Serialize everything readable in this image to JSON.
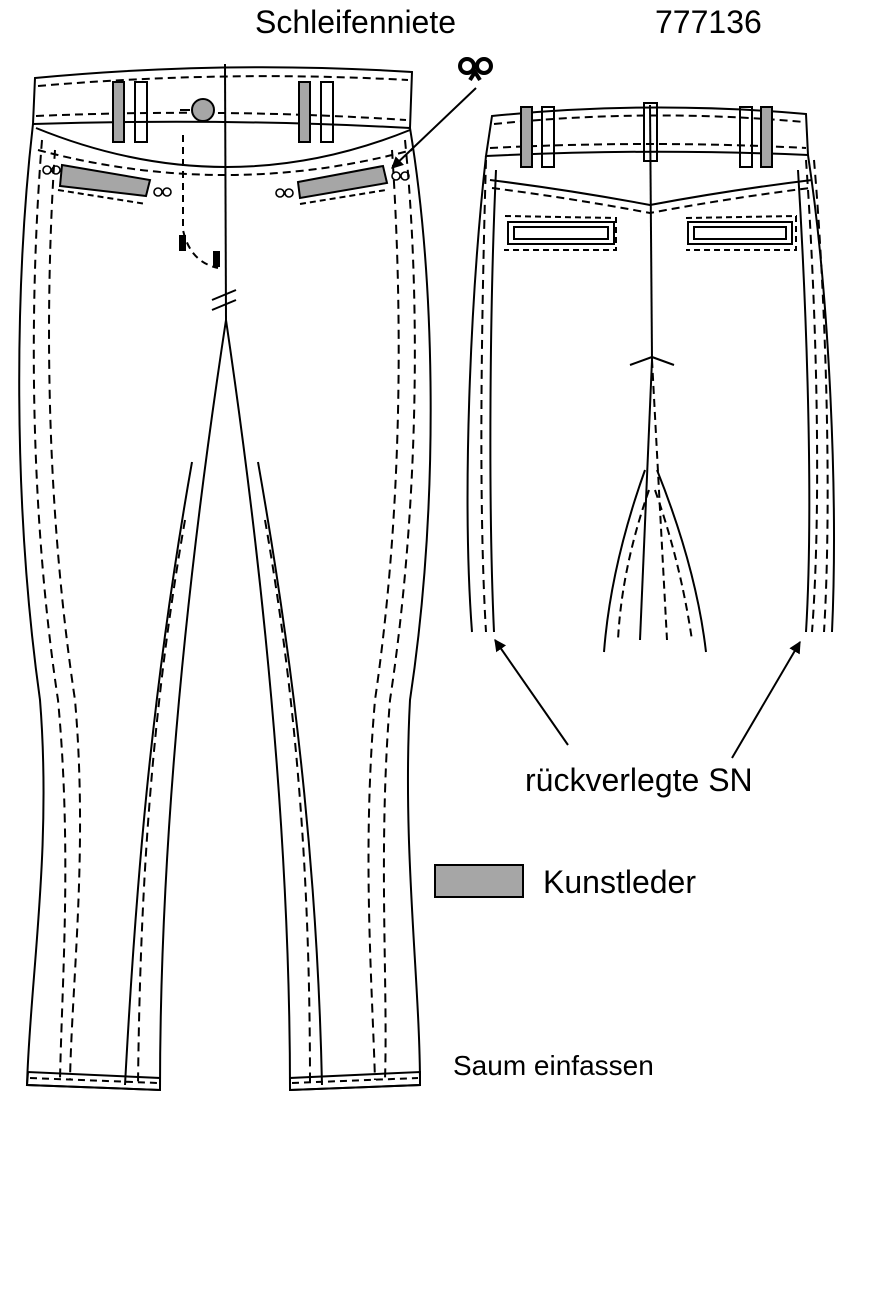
{
  "diagram": {
    "rivet_label": "Schleifenniete",
    "article_number": "777136",
    "moved_seam_label": "rückverlegte SN",
    "legend_label": "Kunstleder",
    "hem_label": "Saum einfassen",
    "rivet_icon": "bow-rivet-icon",
    "colors": {
      "line": "#000000",
      "faux_leather": "#a6a6a6",
      "background": "#ffffff"
    }
  }
}
